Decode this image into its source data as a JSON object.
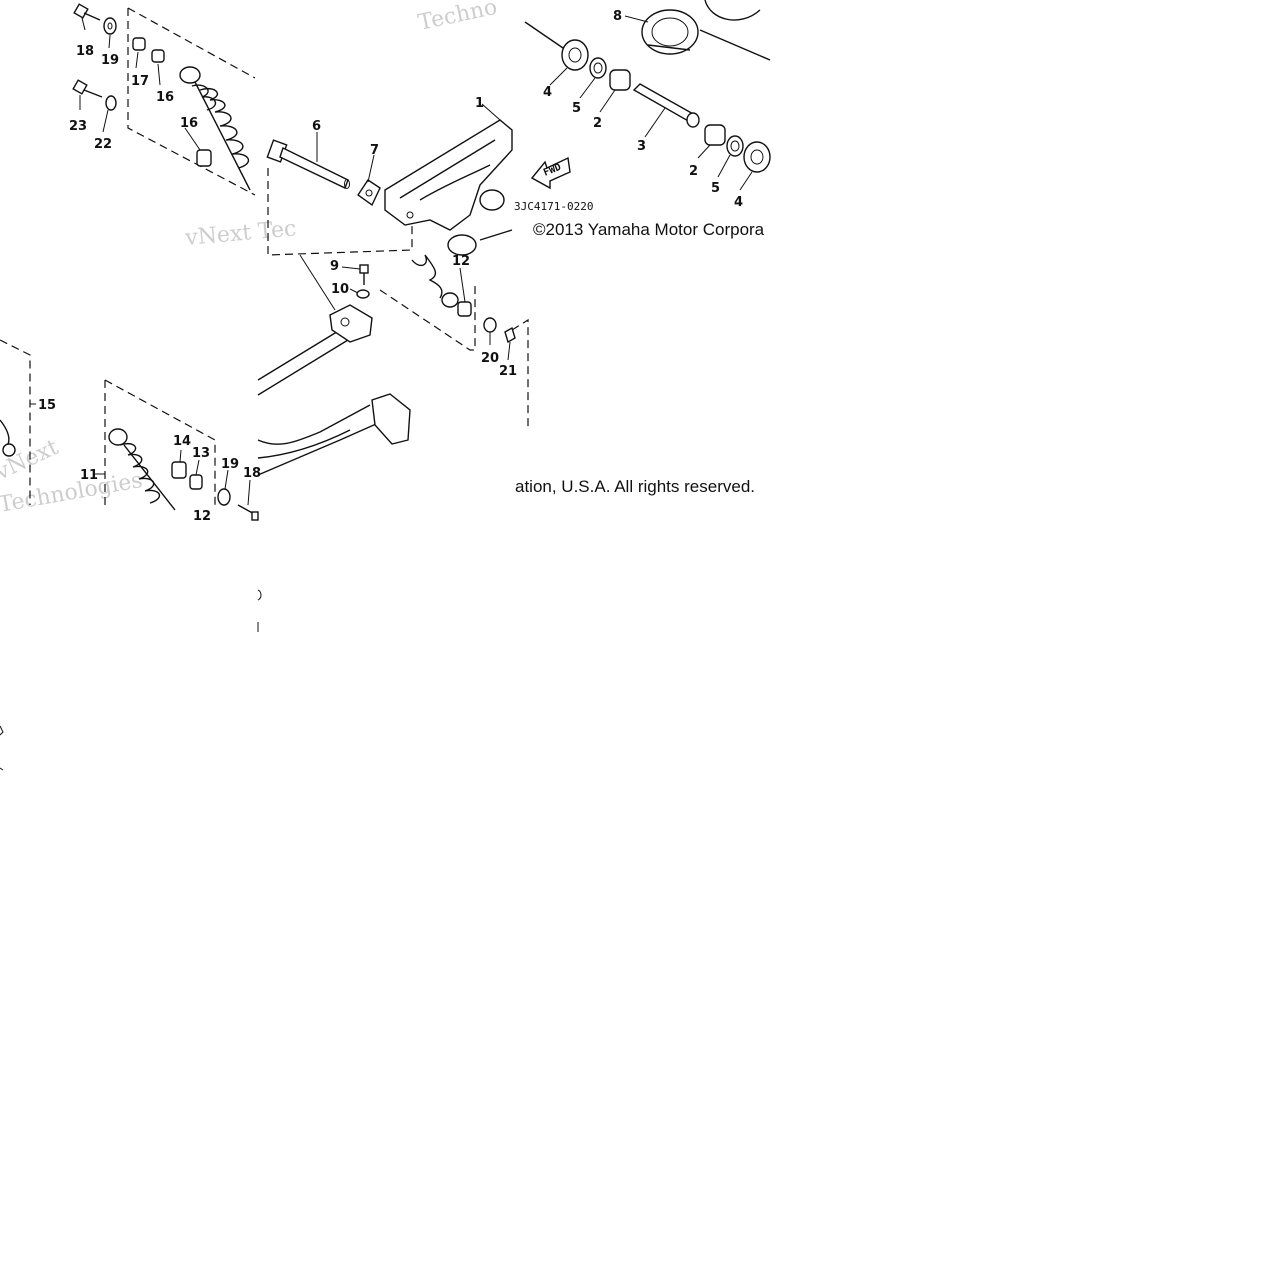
{
  "diagram": {
    "callouts": [
      {
        "id": "c18a",
        "text": "18"
      },
      {
        "id": "c19a",
        "text": "19"
      },
      {
        "id": "c17",
        "text": "17"
      },
      {
        "id": "c16a",
        "text": "16"
      },
      {
        "id": "c23",
        "text": "23"
      },
      {
        "id": "c22",
        "text": "22"
      },
      {
        "id": "c16b",
        "text": "16"
      },
      {
        "id": "c6",
        "text": "6"
      },
      {
        "id": "c7",
        "text": "7"
      },
      {
        "id": "c1",
        "text": "1"
      },
      {
        "id": "c8",
        "text": "8"
      },
      {
        "id": "c4a",
        "text": "4"
      },
      {
        "id": "c5a",
        "text": "5"
      },
      {
        "id": "c2a",
        "text": "2"
      },
      {
        "id": "c3",
        "text": "3"
      },
      {
        "id": "c2b",
        "text": "2"
      },
      {
        "id": "c5b",
        "text": "5"
      },
      {
        "id": "c4b",
        "text": "4"
      },
      {
        "id": "c9",
        "text": "9"
      },
      {
        "id": "c10",
        "text": "10"
      },
      {
        "id": "c12a",
        "text": "12"
      },
      {
        "id": "c20",
        "text": "20"
      },
      {
        "id": "c21",
        "text": "21"
      },
      {
        "id": "c15",
        "text": "15"
      },
      {
        "id": "c11",
        "text": "11"
      },
      {
        "id": "c14",
        "text": "14"
      },
      {
        "id": "c13",
        "text": "13"
      },
      {
        "id": "c19b",
        "text": "19"
      },
      {
        "id": "c18b",
        "text": "18"
      },
      {
        "id": "c12b",
        "text": "12"
      }
    ],
    "fwd_label": "FWD",
    "drawing_code": "3JC4171-0220",
    "copyright_line1": "©2013 Yamaha Motor Corpora",
    "copyright_line2": "ation, U.S.A. All rights reserved.",
    "watermarks": [
      "vNext Tec",
      "Techno",
      "vNext",
      "Technologies"
    ]
  }
}
